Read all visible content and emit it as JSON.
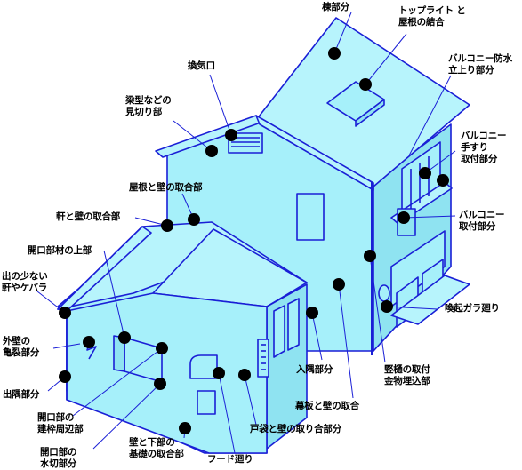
{
  "colors": {
    "wall": "#a6f0fa",
    "wall_dark": "#8fe3f1",
    "roof": "#b7f4fc",
    "outline": "#1a1fd6",
    "marker": "#000000",
    "leader": "#1a1fd6"
  },
  "labels": {
    "mune": "棟部分",
    "toplight": "トップライト と\n屋根の結合",
    "balcony_waterproof": "バルコニー防水\n立上り部分",
    "kanki": "換気口",
    "harigata": "梁型などの\n見切り部",
    "balcony_handrail": "バルコニー\n手すり\n取付部分",
    "yane_kabe": "屋根と壁の取合部",
    "noki_kabe": "軒と壁の取合部",
    "balcony_mount": "バルコニー\n取付部分",
    "kaikou_top": "開口部材の上部",
    "deno_sukunai": "出の少ない\n軒やケバラ",
    "kanki_garari": "喚起ガラ廻り",
    "gaiheki_crack": "外壁の\n亀裂部分",
    "shutsusumi": "出隅部分",
    "irisumi": "入隅部分",
    "tatedoi": "竪樋の取付\n金物埋込部",
    "kaikou_frame": "開口部の\n建枠周辺部",
    "makuita": "幕板と壁の取合",
    "todai": "戸袋と壁の取り合部分",
    "kaikou_water": "開口部の\n水切部分",
    "kiso": "壁と下部の\n基礎の取合部",
    "hood": "フード廻り"
  }
}
